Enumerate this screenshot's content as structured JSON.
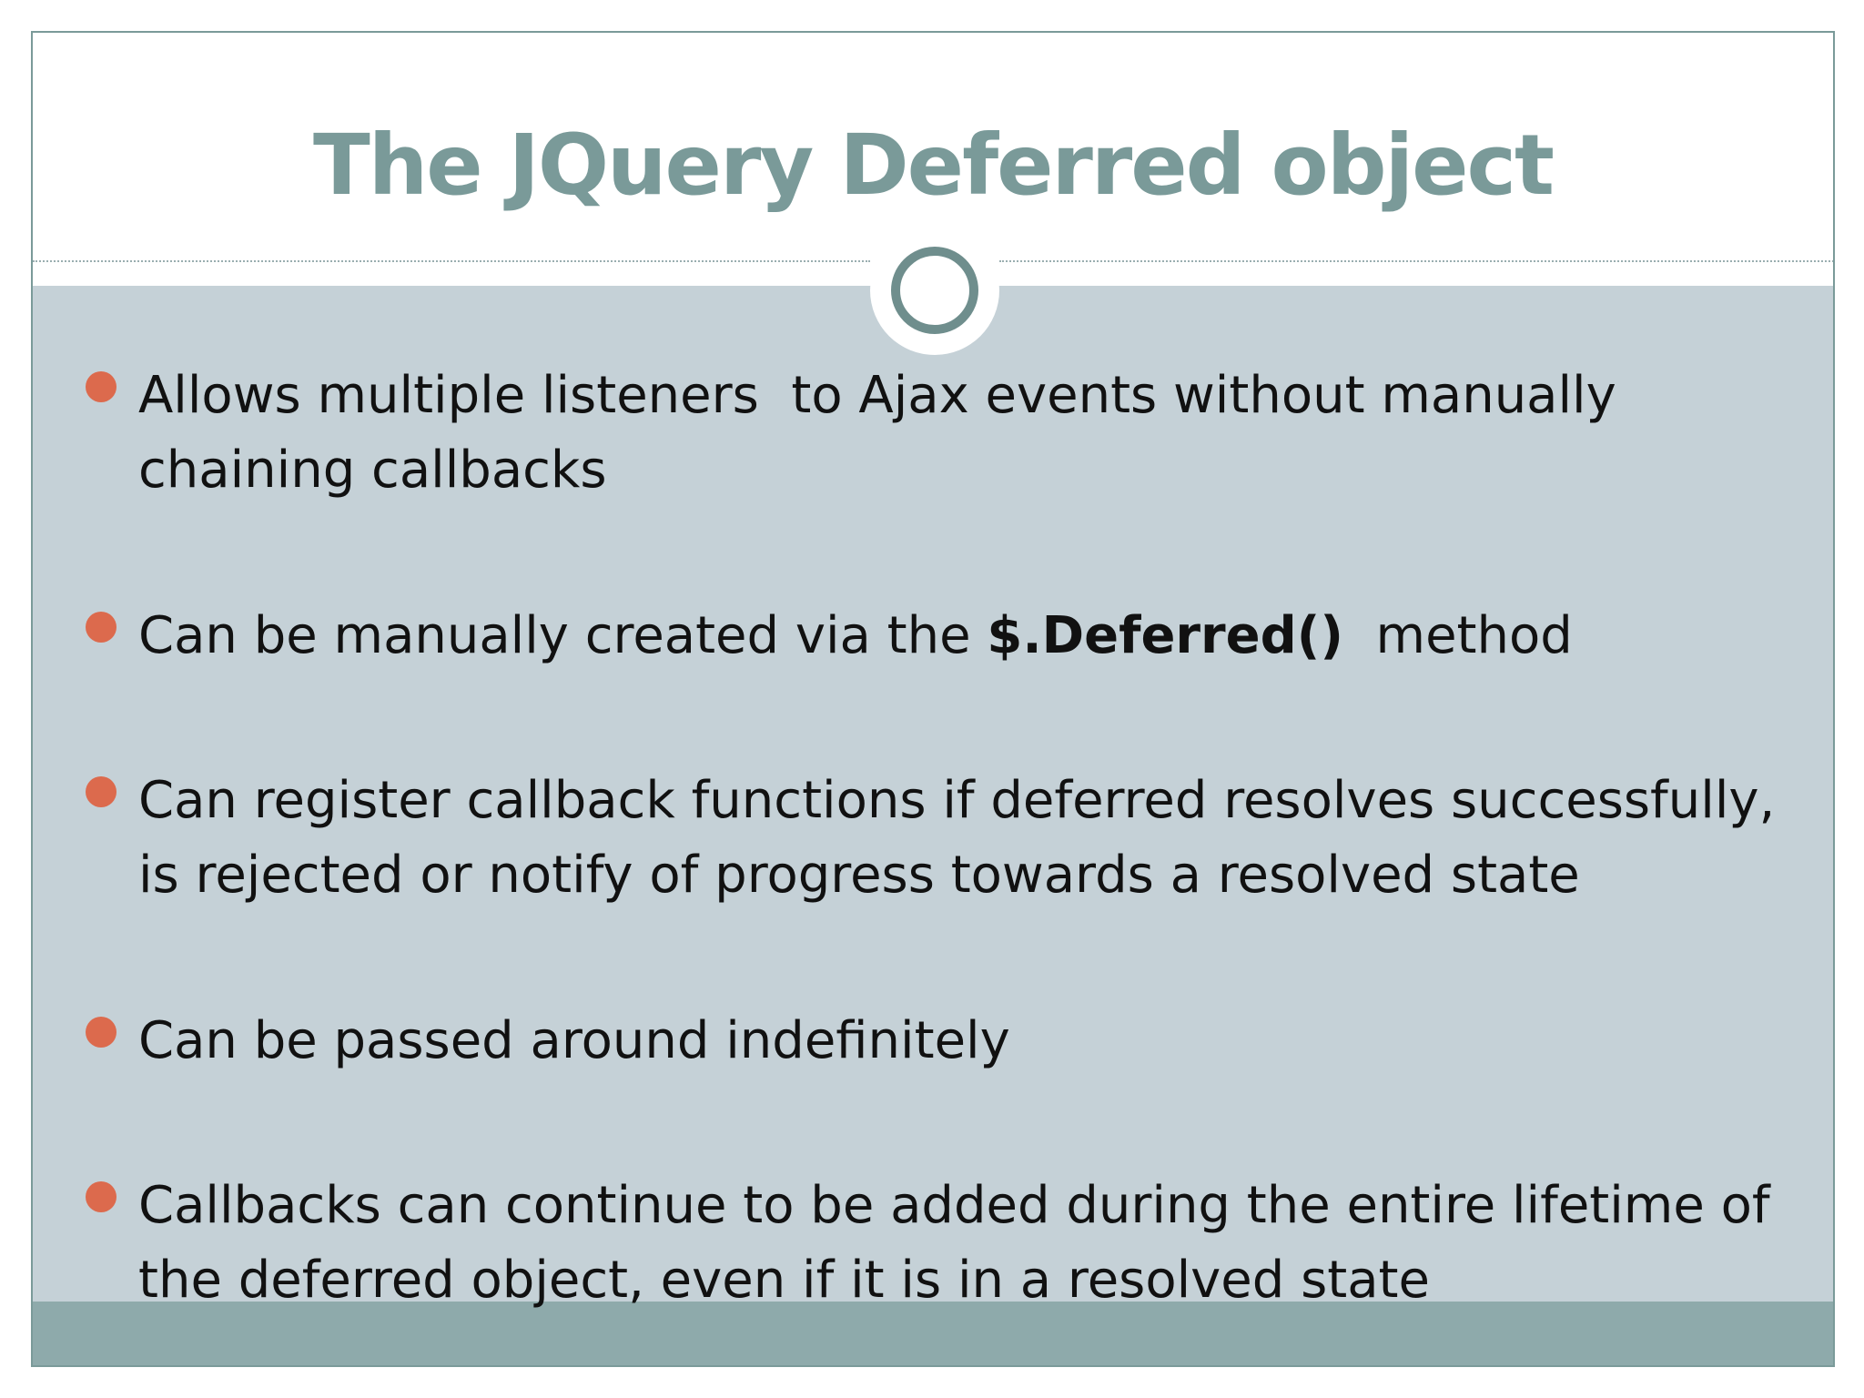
{
  "slide": {
    "title": "The JQuery Deferred object",
    "colors": {
      "title": "#7a9a99",
      "content_background": "#c5d1d7",
      "footer_bar": "#8eaaab",
      "bullet": "#dc6a4d",
      "ring": "#6f8e8d"
    },
    "bullets": [
      {
        "lines": [
          "Allows multiple listeners  to Ajax events without manually",
          "chaining callbacks"
        ]
      },
      {
        "before": "Can be manually created via the ",
        "code": "$.Deferred()",
        "after": "  method"
      },
      {
        "lines": [
          "Can register callback functions if deferred resolves successfully,",
          "is rejected or notify of progress towards a resolved state"
        ]
      },
      {
        "lines": [
          "Can be passed around indefinitely"
        ]
      },
      {
        "lines": [
          "Callbacks can continue to be added during the entire lifetime of",
          "the deferred object, even if it is in a resolved state"
        ]
      }
    ]
  }
}
